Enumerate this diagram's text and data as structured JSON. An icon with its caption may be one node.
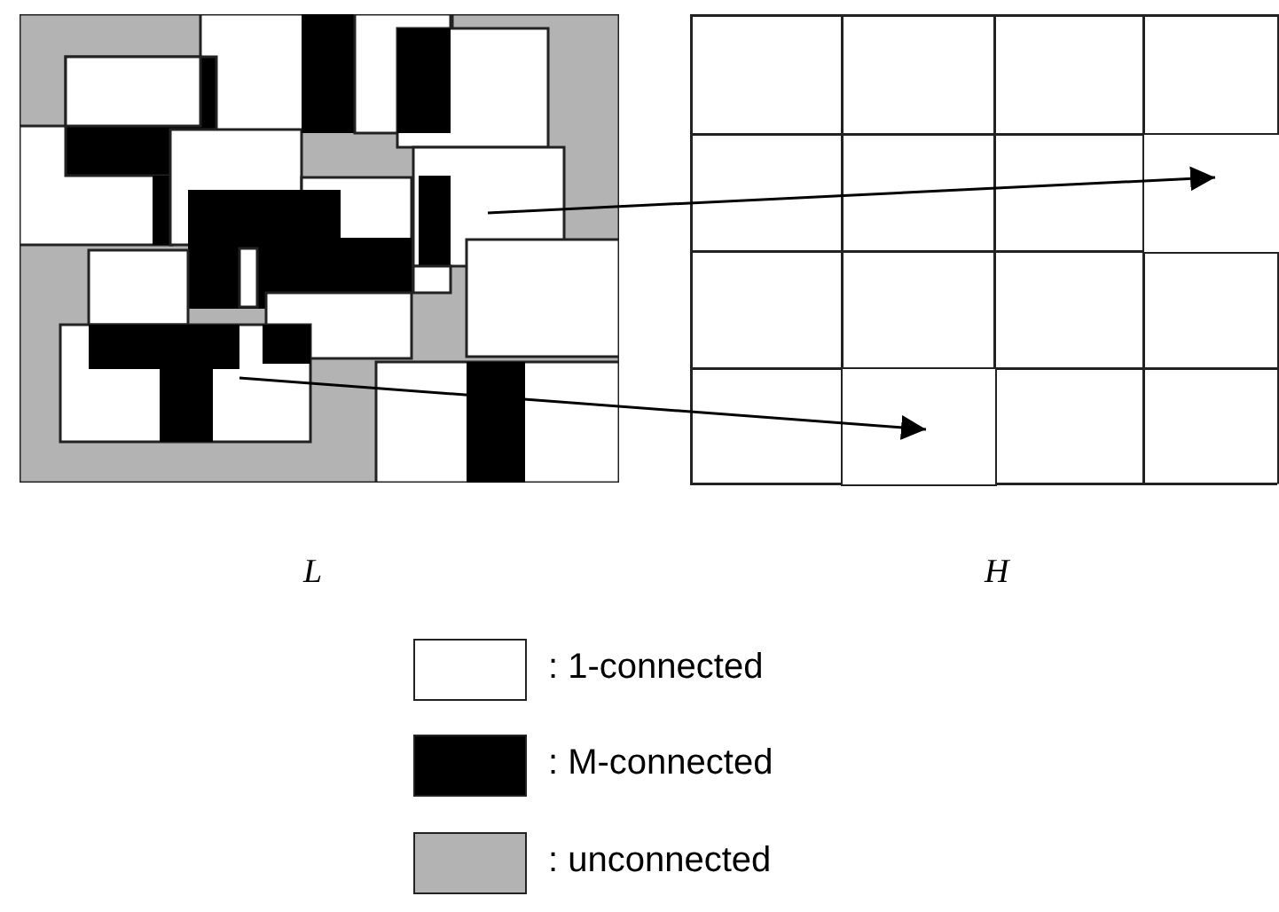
{
  "diagram": {
    "nodes": [
      {
        "text": [
          "L"
        ]
      },
      {
        "text": [
          "H"
        ]
      },
      {
        "text": [],
        "shape": "box",
        "in": 1
      },
      {
        "text": [],
        "shape": "box",
        "in": 1
      }
    ],
    "edges": [
      {
        "from": 0,
        "to": 2,
        "arrow": "to"
      },
      {
        "from": 0,
        "to": 3,
        "arrow": "to"
      }
    ],
    "legend": [
      {
        "text": ": 1-connected",
        "color": "#ffffff"
      },
      {
        "text": ": M-connected",
        "color": "#000000"
      },
      {
        "text": ": unconnected",
        "color": "#b3b3b3"
      }
    ]
  }
}
